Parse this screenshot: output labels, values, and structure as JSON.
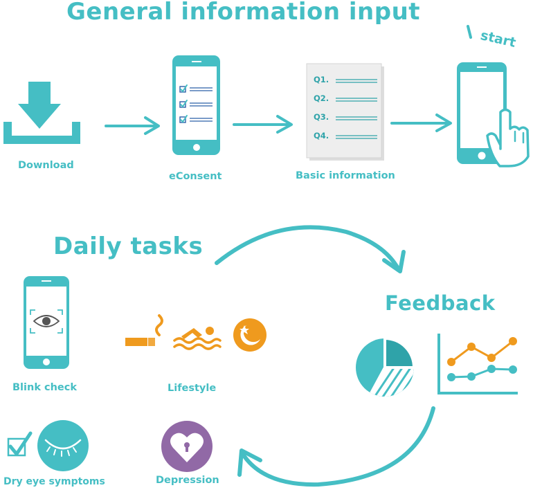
{
  "colors": {
    "teal": "#45bec4",
    "dark_teal": "#2fa3a9",
    "orange": "#ef9a1e",
    "purple": "#9169a6",
    "grey_paper": "#eeeeee",
    "checkbox_blue": "#2a5fa8"
  },
  "sections": {
    "general": {
      "title": "General information input",
      "steps": [
        {
          "label": "Download",
          "icon": "download-icon"
        },
        {
          "label": "eConsent",
          "icon": "checklist-phone-icon"
        },
        {
          "label": "Basic information",
          "icon": "questionnaire-icon"
        },
        {
          "label": "start",
          "icon": "tap-phone-icon"
        }
      ],
      "questions": [
        "Q1.",
        "Q2.",
        "Q3.",
        "Q4."
      ]
    },
    "daily": {
      "title": "Daily tasks",
      "items": [
        {
          "label": "Blink check",
          "icon": "eye-scan-phone-icon"
        },
        {
          "label": "Lifestyle",
          "icons": [
            "cigarette-icon",
            "swimming-icon",
            "sleep-moon-icon"
          ]
        },
        {
          "label": "Dry eye symptoms",
          "icon": "closed-eye-icon"
        },
        {
          "label": "Depression",
          "icon": "heart-lock-icon"
        }
      ]
    },
    "feedback": {
      "title": "Feedback",
      "icons": [
        "pie-chart-icon",
        "line-chart-icon"
      ]
    }
  }
}
